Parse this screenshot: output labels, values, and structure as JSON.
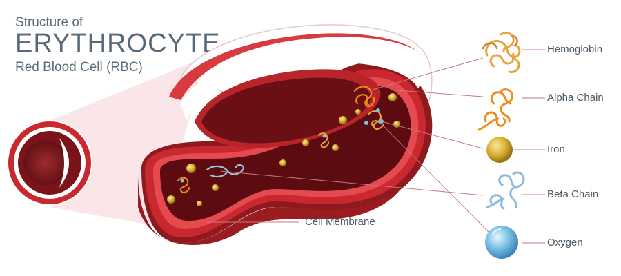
{
  "title": {
    "pre": "Structure of",
    "main": "ERYTHROCYTE",
    "sub": "Red Blood Cell (RBC)"
  },
  "labels": {
    "hemoglobin": "Hemoglobin",
    "alpha_chain": "Alpha Chain",
    "iron": "Iron",
    "beta_chain": "Beta Chain",
    "oxygen": "Oxygen",
    "cell_membrane": "Cell Membrane"
  },
  "colors": {
    "membrane_dark": "#7a1418",
    "membrane_red": "#c22a30",
    "membrane_light": "#e0484e",
    "interior": "#5c0c10",
    "hemoglobin": "#e6a340",
    "alpha": "#f08a1c",
    "iron": "#d8b234",
    "beta": "#8fb9d6",
    "oxygen": "#7ec4e6",
    "leader": "#c47a80"
  }
}
